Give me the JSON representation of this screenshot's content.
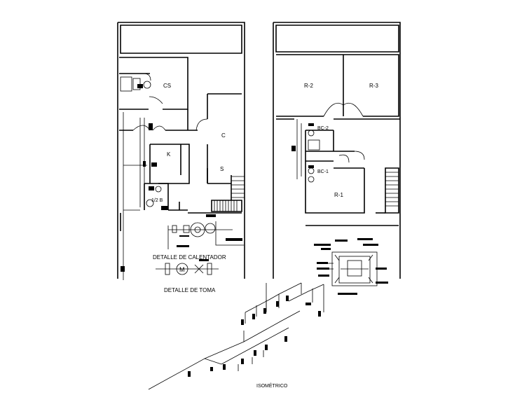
{
  "plan_left": {
    "rooms": {
      "cs": "CS",
      "k": "K",
      "c": "C",
      "s": "S",
      "half_bath": "1/2 B"
    }
  },
  "plan_right": {
    "rooms": {
      "r2": "R-2",
      "r3": "R-3",
      "bc2": "BC-2",
      "bc1": "BC-1",
      "r1": "R-1"
    }
  },
  "details": {
    "heater": "DETALLE DE CALENTADOR",
    "meter": "DETALLE DE TOMA",
    "meter_symbol": "M"
  },
  "isometric": {
    "title": "ISOMÉTRICO"
  },
  "colors": {
    "line": "#000000",
    "background": "#ffffff"
  }
}
